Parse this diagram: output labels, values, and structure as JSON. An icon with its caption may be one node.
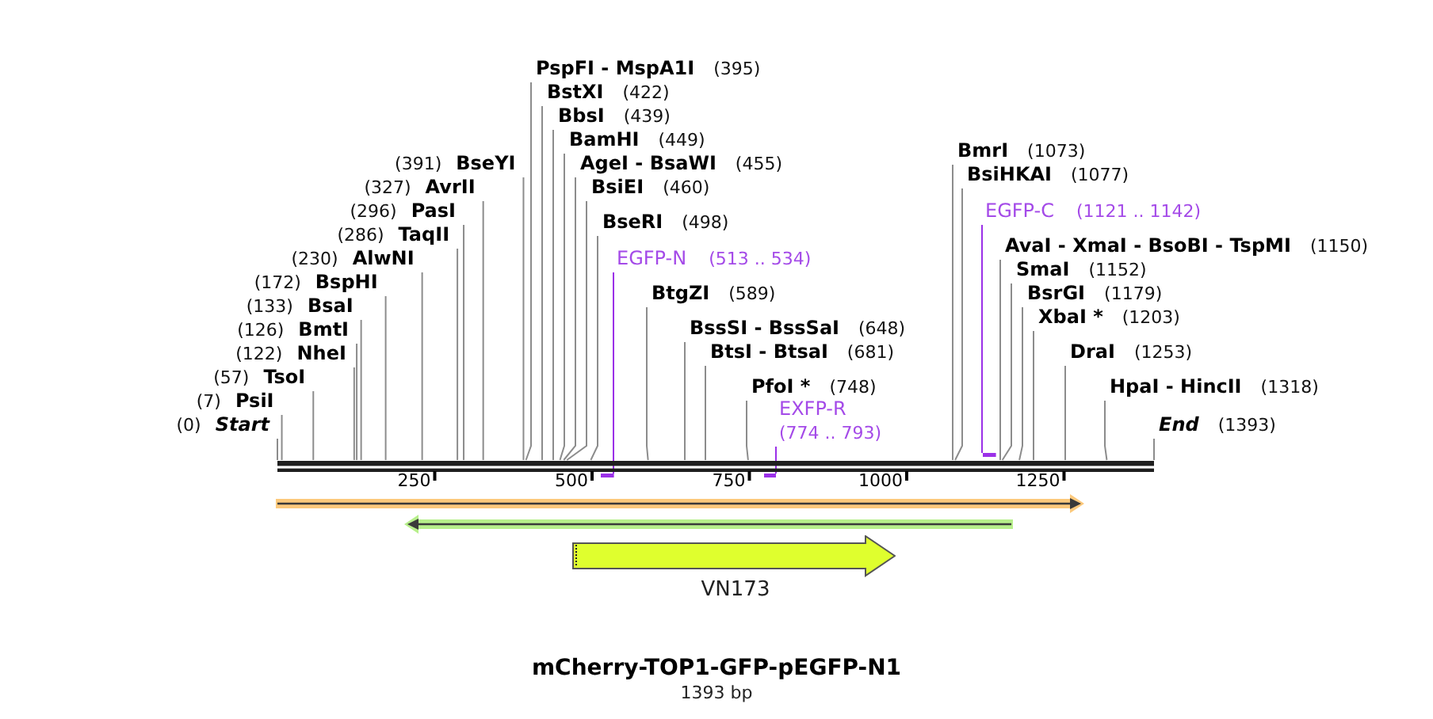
{
  "diagram": {
    "title": "mCherry-TOP1-GFP-pEGFP-N1",
    "caption": "1393 bp",
    "nodes": [
      {
        "text": [
          "PspFI - MspA1I",
          "(395)"
        ]
      },
      {
        "text": [
          "BstXI",
          "(422)"
        ]
      },
      {
        "text": [
          "BbsI",
          "(439)"
        ]
      },
      {
        "text": [
          "BamHI",
          "(449)"
        ]
      },
      {
        "text": [
          "BmrI",
          "(1073)"
        ]
      },
      {
        "text": [
          "AgeI - BsaWI",
          "(455)"
        ]
      },
      {
        "text": [
          "BsiHKAI",
          "(1077)"
        ]
      },
      {
        "text": [
          "BsiEI",
          "(460)"
        ]
      },
      {
        "text": [
          "(230)",
          "AlwNI"
        ]
      },
      {
        "text": [
          "EGFP-C",
          "(1121 .. 1142)"
        ]
      },
      {
        "text": [
          "BseRI",
          "(498)"
        ]
      },
      {
        "text": [
          "(172)",
          "BspHI"
        ]
      },
      {
        "text": [
          "AvaI - XmaI - BsoBI - TspMI",
          "(1150)"
        ]
      },
      {
        "text": [
          "EGFP-N",
          "(513 .. 534)"
        ]
      },
      {
        "text": [
          "SmaI",
          "(1152)"
        ]
      },
      {
        "text": [
          "(133)",
          "BsaI"
        ]
      },
      {
        "text": [
          "BtgZI",
          "(589)"
        ]
      },
      {
        "text": [
          "BsrGI",
          "(1179)"
        ]
      },
      {
        "text": [
          "(126)",
          "BmtI"
        ]
      },
      {
        "text": [
          "XbaI *",
          "(1203)"
        ]
      },
      {
        "text": [
          "BssSI - BssSaI",
          "(648)"
        ]
      },
      {
        "text": [
          "(122)",
          "NheI"
        ]
      },
      {
        "text": [
          "(391)",
          "BseYI"
        ]
      },
      {
        "text": [
          "BtsI - BtsaI",
          "(681)"
        ]
      },
      {
        "text": [
          "DraI",
          "(1253)"
        ]
      },
      {
        "text": [
          "(57)",
          "TsoI"
        ]
      },
      {
        "text": [
          "(327)",
          "AvrII"
        ]
      },
      {
        "text": [
          "PfoI *",
          "(748)"
        ]
      },
      {
        "text": [
          "HpaI - HincII",
          "(1318)"
        ]
      },
      {
        "text": [
          "(7)",
          "PsiI"
        ]
      },
      {
        "text": [
          "(296)",
          "PasI"
        ]
      },
      {
        "text": [
          "EXFP-R",
          "(774 .. 793)"
        ]
      },
      {
        "text": [
          "(0)",
          "Start"
        ]
      },
      {
        "text": [
          "(286)",
          "TaqII"
        ]
      },
      {
        "text": [
          "End",
          "(1393)"
        ]
      },
      {
        "text": [],
        "shape": "bar"
      },
      {
        "text": [],
        "shape": "bar"
      },
      {
        "text": [],
        "shape": "bar"
      },
      {
        "text": [],
        "shape": "bar"
      },
      {
        "text": [],
        "shape": "arrow"
      },
      {
        "text": [],
        "shape": "arrow"
      },
      {
        "text": [
          "VN173"
        ]
      }
    ],
    "edges": [
      {
        "from": 0,
        "to": 35,
        "arrow": "none"
      },
      {
        "from": 1,
        "to": 35,
        "arrow": "none"
      },
      {
        "from": 2,
        "to": 35,
        "arrow": "none"
      },
      {
        "from": 3,
        "to": 35,
        "arrow": "none"
      },
      {
        "from": 4,
        "to": 35,
        "arrow": "none"
      },
      {
        "from": 5,
        "to": 35,
        "arrow": "none"
      },
      {
        "from": 6,
        "to": 35,
        "arrow": "none"
      },
      {
        "from": 7,
        "to": 35,
        "arrow": "none"
      },
      {
        "from": 8,
        "to": 35,
        "arrow": "none"
      },
      {
        "from": 9,
        "to": 38,
        "arrow": "none",
        "color": "#9b30e8"
      },
      {
        "from": 10,
        "to": 35,
        "arrow": "none"
      },
      {
        "from": 11,
        "to": 35,
        "arrow": "none"
      },
      {
        "from": 12,
        "to": 35,
        "arrow": "none"
      },
      {
        "from": 13,
        "to": 36,
        "arrow": "none",
        "color": "#9b30e8"
      },
      {
        "from": 14,
        "to": 35,
        "arrow": "none"
      },
      {
        "from": 15,
        "to": 35,
        "arrow": "none"
      },
      {
        "from": 16,
        "to": 35,
        "arrow": "none"
      },
      {
        "from": 17,
        "to": 35,
        "arrow": "none"
      },
      {
        "from": 18,
        "to": 35,
        "arrow": "none"
      },
      {
        "from": 19,
        "to": 35,
        "arrow": "none"
      },
      {
        "from": 20,
        "to": 35,
        "arrow": "none"
      },
      {
        "from": 21,
        "to": 35,
        "arrow": "none"
      },
      {
        "from": 22,
        "to": 35,
        "arrow": "none"
      },
      {
        "from": 23,
        "to": 35,
        "arrow": "none"
      },
      {
        "from": 24,
        "to": 35,
        "arrow": "none"
      },
      {
        "from": 25,
        "to": 35,
        "arrow": "none"
      },
      {
        "from": 26,
        "to": 35,
        "arrow": "none"
      },
      {
        "from": 27,
        "to": 35,
        "arrow": "none"
      },
      {
        "from": 28,
        "to": 35,
        "arrow": "none"
      },
      {
        "from": 29,
        "to": 35,
        "arrow": "none"
      },
      {
        "from": 30,
        "to": 35,
        "arrow": "none"
      },
      {
        "from": 31,
        "to": 37,
        "arrow": "none",
        "color": "#9b30e8"
      },
      {
        "from": 32,
        "to": 35,
        "arrow": "none"
      },
      {
        "from": 33,
        "to": 35,
        "arrow": "none"
      },
      {
        "from": 34,
        "to": 35,
        "arrow": "none"
      }
    ],
    "labels": [
      "250",
      "500",
      "750",
      "1000",
      "1250"
    ]
  }
}
